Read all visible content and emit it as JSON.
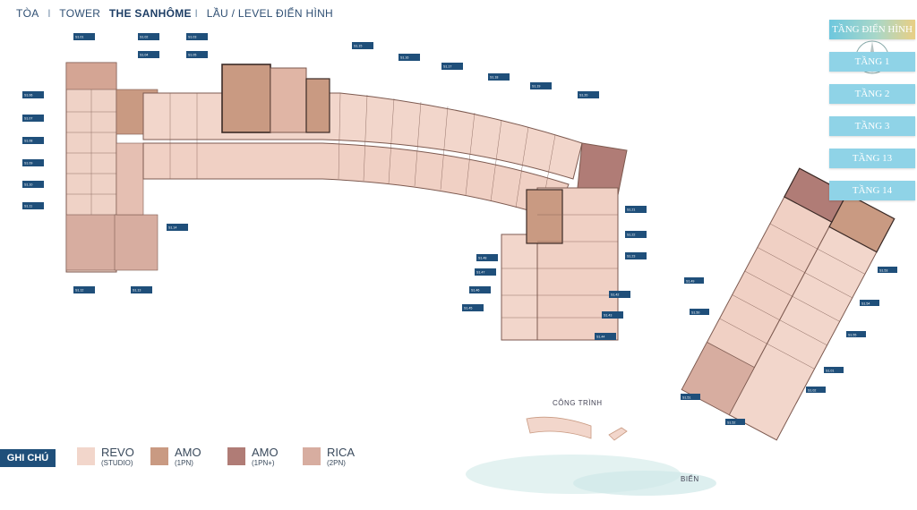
{
  "header": {
    "toa": "TÒA",
    "sep1": "I",
    "tower_prefix": "TOWER",
    "tower_name": "THE SANHÔME",
    "sep2": "I",
    "level": "LẦU / LEVEL ĐIỂN HÌNH"
  },
  "levels": [
    {
      "label": "TẦNG ĐIỂN HÌNH",
      "active": true
    },
    {
      "label": "TẦNG 1",
      "active": false
    },
    {
      "label": "TẦNG 2",
      "active": false
    },
    {
      "label": "TẦNG 3",
      "active": false
    },
    {
      "label": "TẦNG 13",
      "active": false
    },
    {
      "label": "TẦNG 14",
      "active": false
    }
  ],
  "legend": {
    "title": "GHI CHÚ",
    "items": [
      {
        "name": "REVO",
        "sub": "(STUDIO)",
        "color": "#f2d6cb"
      },
      {
        "name": "AMO",
        "sub": "(1PN)",
        "color": "#c99a82"
      },
      {
        "name": "AMO",
        "sub": "(1PN+)",
        "color": "#b07c76"
      },
      {
        "name": "RICA",
        "sub": "(2PN)",
        "color": "#d7ada0"
      }
    ]
  },
  "map_labels": {
    "cong_trinh": "CÔNG TRÌNH",
    "bien": "BIỂN"
  },
  "unit_tags": [
    "S1.01",
    "S1.02",
    "S1.03",
    "S1.04",
    "S1.05",
    "S1.06",
    "S1.07",
    "S1.08",
    "S1.09",
    "S1.10",
    "S1.11",
    "S1.12",
    "S1.13",
    "S1.14",
    "S1.15",
    "S1.16",
    "S1.17",
    "S1.18",
    "S1.19",
    "S1.20",
    "S1.21",
    "S1.22",
    "S1.23",
    "S1.42",
    "S1.43",
    "S1.44",
    "S1.45",
    "S1.46",
    "S1.47",
    "S1.48",
    "S1.49",
    "S1.50",
    "S1.51",
    "S1.52",
    "S1.53",
    "S1.54",
    "S1.55"
  ],
  "colors": {
    "studio": "#f2d6cb",
    "one_bed": "#c99a82",
    "one_bed_plus": "#b07c76",
    "two_bed": "#d7ada0",
    "tag": "#1f4f7a",
    "level_button": "#8fd3e7"
  }
}
